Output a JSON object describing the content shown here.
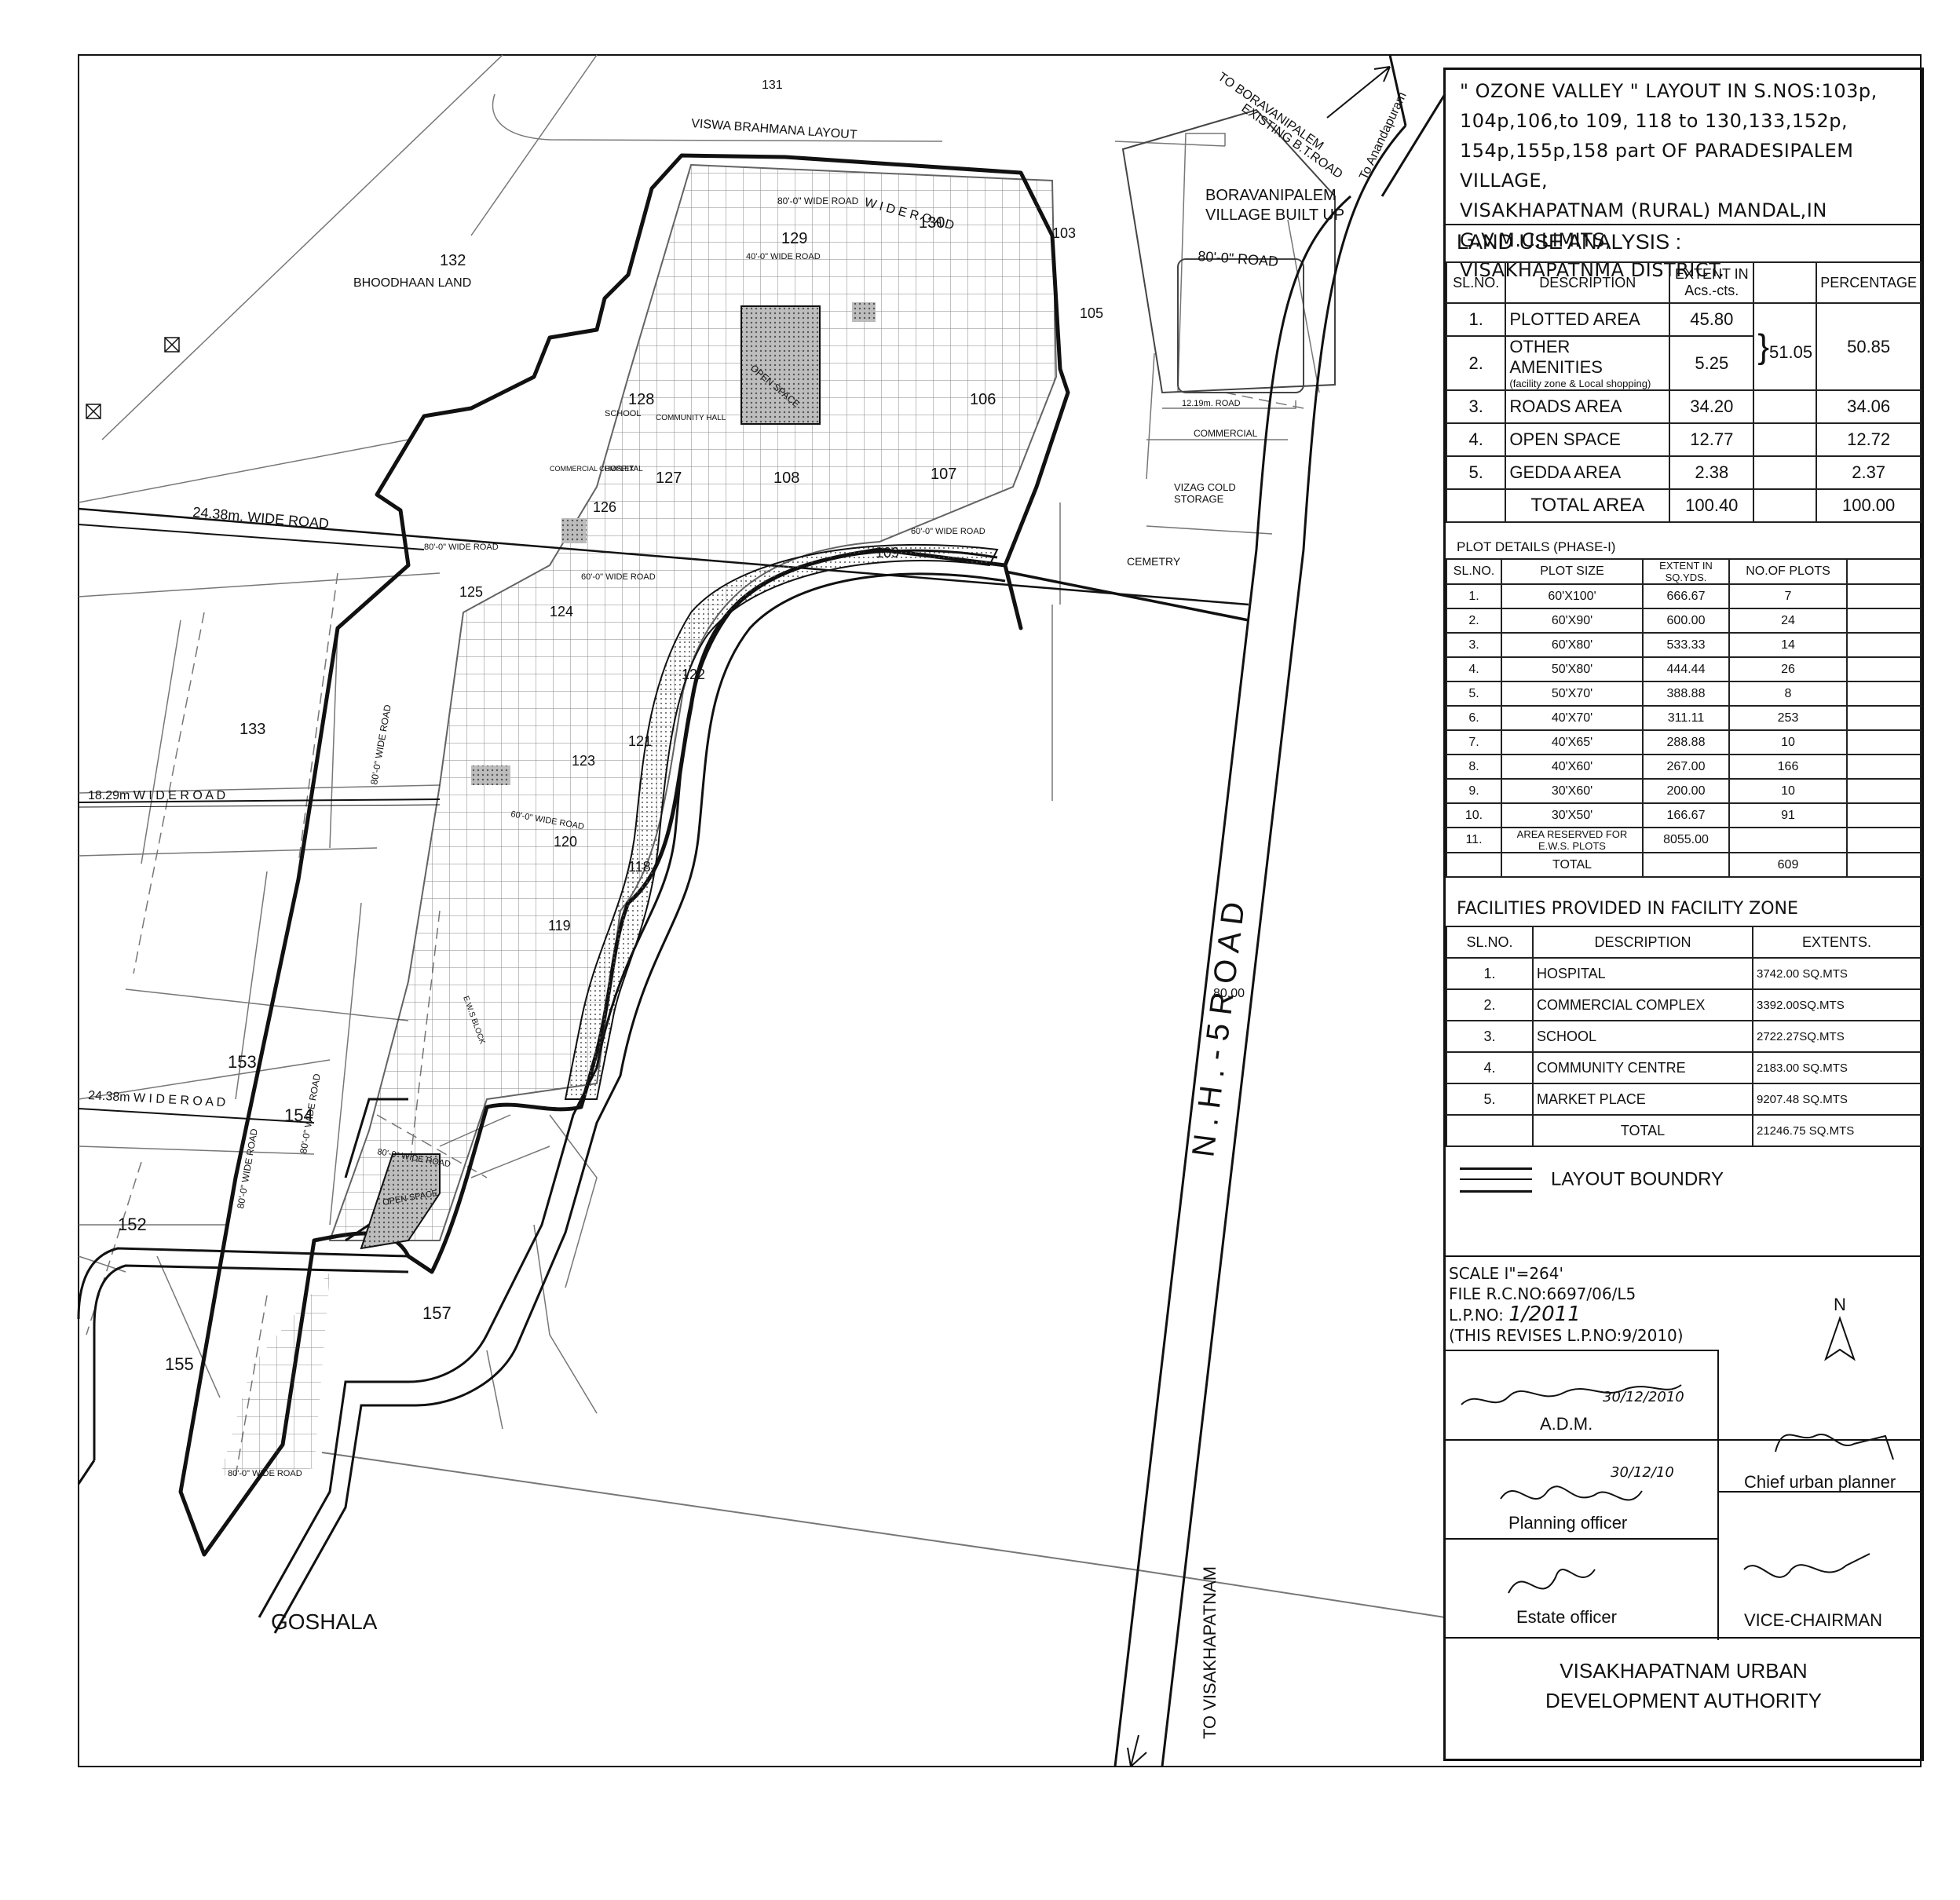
{
  "map": {
    "labels": {
      "viswa_no": "131",
      "viswa": "VISWA BRAHMANA LAYOUT",
      "to_boravanipalem": "TO BORAVANIPALEM",
      "existing_bt_road": "EXISTING B.T.ROAD",
      "to_anandapuram": "To Anandapuram",
      "boravanipalem_village_1": "BORAVANIPALEM",
      "boravanipalem_village_2": "VILLAGE BUILT UP",
      "road_80": "80'-0\" ROAD",
      "bhoodhaan_no": "132",
      "bhoodhaan": "BHOODHAAN LAND",
      "wide_24_top": "24.38m. WIDE ROAD",
      "wide_18": "18.29m  W I D E   R O A D",
      "wide_24_bottom": "24.38m  W I D E   R O A D",
      "road_1219": "12.19m. ROAD",
      "commercial": "COMMERCIAL",
      "vizag_cold_1": "VIZAG COLD",
      "vizag_cold_2": "STORAGE",
      "cemetry": "CEMETRY",
      "nh5": "N . H . - 5   R O A D",
      "nh_width": "80.00",
      "to_visakhapatnam": "TO VISAKHAPATNAM",
      "goshala": "GOSHALA",
      "open_space": "OPEN SPACE",
      "school": "SCHOOL",
      "community_hall": "COMMUNITY HALL",
      "hospital": "HOSPITAL",
      "commercial_complex": "COMMERCIAL COMPLEX",
      "ews_block": "E.W.S BLOCK",
      "s105": "105",
      "s103": "103",
      "s128": "128",
      "s129": "129",
      "s130": "130",
      "s127": "127",
      "s108": "108",
      "s107": "107",
      "s106": "106",
      "s109": "109",
      "s126": "126",
      "s125": "125",
      "s124": "124",
      "s123": "123",
      "s122": "122",
      "s121": "121",
      "s120": "120",
      "s119": "119",
      "s118": "118",
      "s133": "133",
      "s153": "153",
      "s154": "154",
      "s152": "152",
      "s155": "155",
      "s157": "157",
      "wr_80": "80'-0\" WIDE ROAD",
      "wr_60": "60'-0\" WIDE ROAD",
      "wr_40": "40'-0\" WIDE ROAD",
      "w_road_top": "W I D E   R O A D"
    }
  },
  "panel": {
    "title_lines": [
      "\" OZONE VALLEY \"  LAYOUT IN S.NOS:103p,",
      "104p,106,to 109, 118 to 130,133,152p,",
      "154p,155p,158 part OF PARADESIPALEM VILLAGE,",
      "VISAKHAPATNAM (RURAL) MANDAL,IN G.V.M.C.LIMITS,",
      "VISAKHAPATNMA DISTRICT."
    ],
    "land_use": {
      "heading": "LAND USE  ANALYSIS :",
      "headers": {
        "slno": "SL.NO.",
        "desc": "DESCRIPTION",
        "extent": "EXTENT IN Acs.-cts.",
        "pct": "PERCENTAGE"
      },
      "rows": [
        {
          "sl": "1.",
          "desc": "PLOTTED  AREA",
          "extent": "45.80",
          "pct": ""
        },
        {
          "sl": "2.",
          "desc": "OTHER AMENITIES",
          "sub": "(facility zone &  Local shopping)",
          "extent": "5.25",
          "pct": ""
        },
        {
          "sl": "3.",
          "desc": "ROADS  AREA",
          "extent": "34.20",
          "pct": "34.06"
        },
        {
          "sl": "4.",
          "desc": "OPEN  SPACE",
          "extent": "12.77",
          "pct": "12.72"
        },
        {
          "sl": "5.",
          "desc": "GEDDA  AREA",
          "extent": "2.38",
          "pct": "2.37"
        }
      ],
      "bracket_total": "51.05",
      "bracket_pct": "50.85",
      "total_label": "TOTAL  AREA",
      "total_extent": "100.40",
      "total_pct": "100.00"
    },
    "plot_details": {
      "heading": "PLOT DETAILS  (PHASE-I)",
      "headers": {
        "slno": "SL.NO.",
        "size": "PLOT SIZE",
        "extent": "EXTENT IN SQ.YDS.",
        "count": "NO.OF PLOTS"
      },
      "rows": [
        {
          "sl": "1.",
          "size": "60'X100'",
          "extent": "666.67",
          "count": "7"
        },
        {
          "sl": "2.",
          "size": "60'X90'",
          "extent": "600.00",
          "count": "24"
        },
        {
          "sl": "3.",
          "size": "60'X80'",
          "extent": "533.33",
          "count": "14"
        },
        {
          "sl": "4.",
          "size": "50'X80'",
          "extent": "444.44",
          "count": "26"
        },
        {
          "sl": "5.",
          "size": "50'X70'",
          "extent": "388.88",
          "count": "8"
        },
        {
          "sl": "6.",
          "size": "40'X70'",
          "extent": "311.11",
          "count": "253"
        },
        {
          "sl": "7.",
          "size": "40'X65'",
          "extent": "288.88",
          "count": "10"
        },
        {
          "sl": "8.",
          "size": "40'X60'",
          "extent": "267.00",
          "count": "166"
        },
        {
          "sl": "9.",
          "size": "30'X60'",
          "extent": "200.00",
          "count": "10"
        },
        {
          "sl": "10.",
          "size": "30'X50'",
          "extent": "166.67",
          "count": "91"
        },
        {
          "sl": "11.",
          "size": "AREA RESERVED FOR E.W.S. PLOTS",
          "extent": "8055.00",
          "count": ""
        }
      ],
      "total_label": "TOTAL",
      "total_count": "609"
    },
    "facilities": {
      "heading": "FACILITIES PROVIDED IN FACILITY ZONE",
      "headers": {
        "slno": "SL.NO.",
        "desc": "DESCRIPTION",
        "extent": "EXTENTS."
      },
      "rows": [
        {
          "sl": "1.",
          "desc": "HOSPITAL",
          "extent": "3742.00 SQ.MTS"
        },
        {
          "sl": "2.",
          "desc": "COMMERCIAL COMPLEX",
          "extent": "3392.00SQ.MTS"
        },
        {
          "sl": "3.",
          "desc": "SCHOOL",
          "extent": "2722.27SQ.MTS"
        },
        {
          "sl": "4.",
          "desc": "COMMUNITY CENTRE",
          "extent": "2183.00 SQ.MTS"
        },
        {
          "sl": "5.",
          "desc": "MARKET PLACE",
          "extent": "9207.48 SQ.MTS"
        }
      ],
      "total_label": "TOTAL",
      "total_extent": "21246.75 SQ.MTS"
    },
    "legend": {
      "label": "LAYOUT BOUNDRY"
    },
    "scale": {
      "line1": "SCALE I\"=264'",
      "line2": "FILE R.C.NO:6697/06/L5",
      "line3_prefix": "L.P.NO:",
      "line3_value": "1/2011",
      "line4": "(THIS REVISES L.P.NO:9/2010)"
    },
    "north": "N",
    "signatures": {
      "adm": "A.D.M.",
      "adm_date": "30/12/2010",
      "chief": "Chief urban planner",
      "planning": "Planning officer",
      "planning_date": "30/12/10",
      "estate": "Estate officer",
      "vice": "VICE-CHAIRMAN"
    },
    "authority_lines": [
      "VISAKHAPATNAM URBAN",
      "DEVELOPMENT AUTHORITY"
    ]
  },
  "colors": {
    "ink": "#111111",
    "paper": "#ffffff",
    "hatch": "#8a8a8a"
  }
}
